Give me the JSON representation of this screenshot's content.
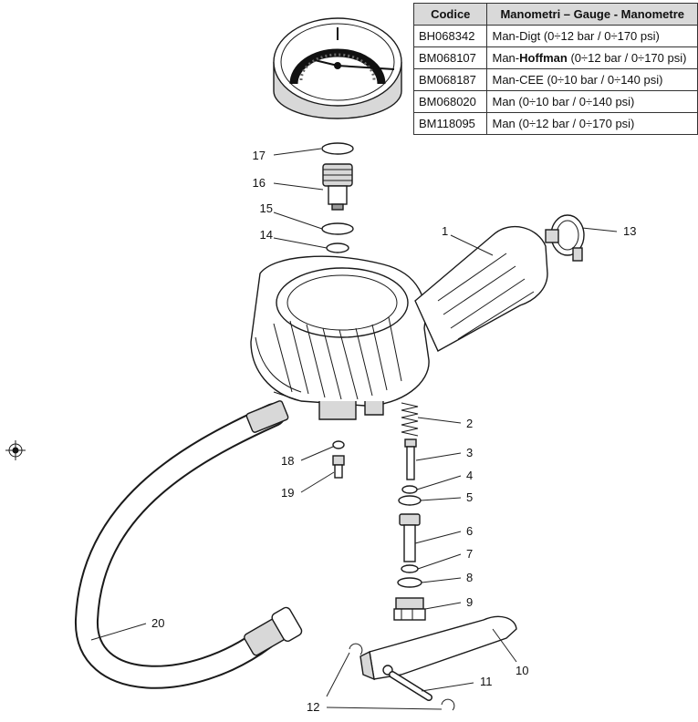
{
  "table": {
    "headers": [
      "Codice",
      "Manometri – Gauge - Manometre"
    ],
    "rows": [
      {
        "code": "BH068342",
        "desc_pre": "Man-Digt (0÷12 bar / 0÷170 psi)",
        "desc_bold": "",
        "desc_post": ""
      },
      {
        "code": "BM068107",
        "desc_pre": "Man-",
        "desc_bold": "Hoffman",
        "desc_post": " (0÷12 bar / 0÷170 psi)"
      },
      {
        "code": "BM068187",
        "desc_pre": "Man-CEE (0÷10 bar / 0÷140 psi)",
        "desc_bold": "",
        "desc_post": ""
      },
      {
        "code": "BM068020",
        "desc_pre": "Man (0÷10 bar / 0÷140 psi)",
        "desc_bold": "",
        "desc_post": ""
      },
      {
        "code": "BM118095",
        "desc_pre": "Man (0÷12 bar / 0÷170 psi)",
        "desc_bold": "",
        "desc_post": ""
      }
    ]
  },
  "callouts": {
    "c1": "1",
    "c2": "2",
    "c3": "3",
    "c4": "4",
    "c5": "5",
    "c6": "6",
    "c7": "7",
    "c8": "8",
    "c9": "9",
    "c10": "10",
    "c11": "11",
    "c12": "12",
    "c13": "13",
    "c14": "14",
    "c15": "15",
    "c16": "16",
    "c17": "17",
    "c18": "18",
    "c19": "19",
    "c20": "20"
  }
}
